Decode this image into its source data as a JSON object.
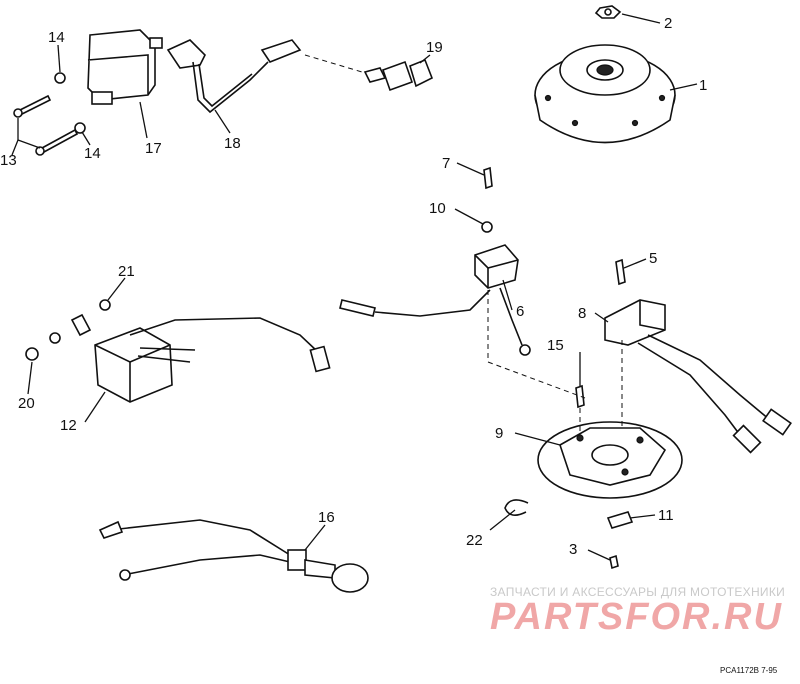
{
  "callouts": [
    "1",
    "2",
    "3",
    "5",
    "6",
    "7",
    "8",
    "9",
    "10",
    "11",
    "12",
    "13",
    "14",
    "14",
    "15",
    "16",
    "17",
    "18",
    "19",
    "20",
    "21",
    "22"
  ],
  "watermark": {
    "tagline": "ЗАПЧАСТИ И АКСЕССУАРЫ ДЛЯ МОТОТЕХНИКИ",
    "logo": "PARTSFOR.RU"
  },
  "figure_code": "PCA1172B  7-95"
}
